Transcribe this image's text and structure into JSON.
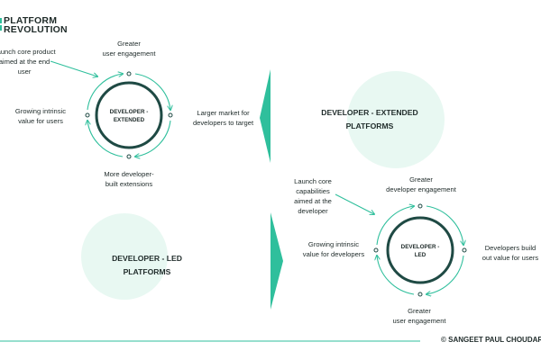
{
  "logo": {
    "text": "PLATFORM\nREVOLUTION",
    "accent_color": "#2fbf9c"
  },
  "top_cycle": {
    "center": "DEVELOPER -\nEXTENDED",
    "top": "Greater\nuser engagement",
    "right": "Larger market for\ndevelopers to target",
    "bottom": "More developer-\nbuilt extensions",
    "left": "Growing intrinsic\nvalue for users",
    "input": "Launch core product\naimed at the end\nuser"
  },
  "bottom_cycle": {
    "center": "DEVELOPER -\nLED",
    "top": "Greater\ndeveloper engagement",
    "right": "Developers build\nout value for users",
    "bottom": "Greater\nuser engagement",
    "left": "Growing intrinsic\nvalue for developers",
    "input": "Launch core\ncapabilities\naimed at the\ndeveloper"
  },
  "headings": {
    "extended": "DEVELOPER - EXTENDED\nPLATFORMS",
    "led": "DEVELOPER - LED\nPLATFORMS"
  },
  "copyright": "© SANGEET PAUL CHOUDARY",
  "colors": {
    "accent": "#2fbf9c",
    "light_circle": "#e8f8f2",
    "ring": "#1f4a44",
    "text": "#1f2b2a"
  }
}
